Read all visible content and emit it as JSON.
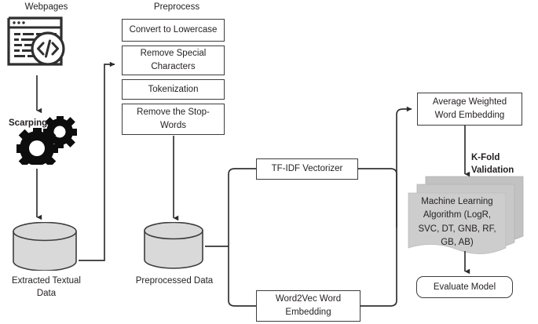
{
  "diagram": {
    "title": "Text classification pipeline flowchart",
    "colors": {
      "stroke": "#3d3d3d",
      "line": "#333333",
      "cylinder_fill": "#d9d9d9",
      "stack_fill": "#c9c9c9",
      "stack_fill_front": "#cccccc",
      "icon": "#2f2f2f",
      "text": "#231f20"
    },
    "labels": {
      "webpages": "Webpages",
      "preprocess": "Preprocess",
      "scarping": "Scarping",
      "extracted_textual_data": "Extracted Textual\nData",
      "preprocessed_data": "Preprocessed Data",
      "k_fold_validation": "K-Fold Validation"
    },
    "icons": {
      "webpage": "webpage-code-icon",
      "gears": "gears-icon",
      "cylinder_extracted": "database-cylinder-icon",
      "cylinder_preprocessed": "database-cylinder-icon"
    },
    "preprocess_steps": [
      {
        "label": "Convert to Lowercase"
      },
      {
        "label": "Remove Special\nCharacters"
      },
      {
        "label": "Tokenization"
      },
      {
        "label": "Remove the Stop-\nWords"
      }
    ],
    "vectorizers": [
      {
        "label": "TF-IDF Vectorizer"
      },
      {
        "label": "Word2Vec Word\nEmbedding"
      }
    ],
    "embedding_box": "Average Weighted\nWord Embedding",
    "ml_stack": "Machine Learning\nAlgorithm (LogR,\nSVC, DT, GNB, RF,\nGB, AB)",
    "evaluate_box": "Evaluate Model"
  }
}
